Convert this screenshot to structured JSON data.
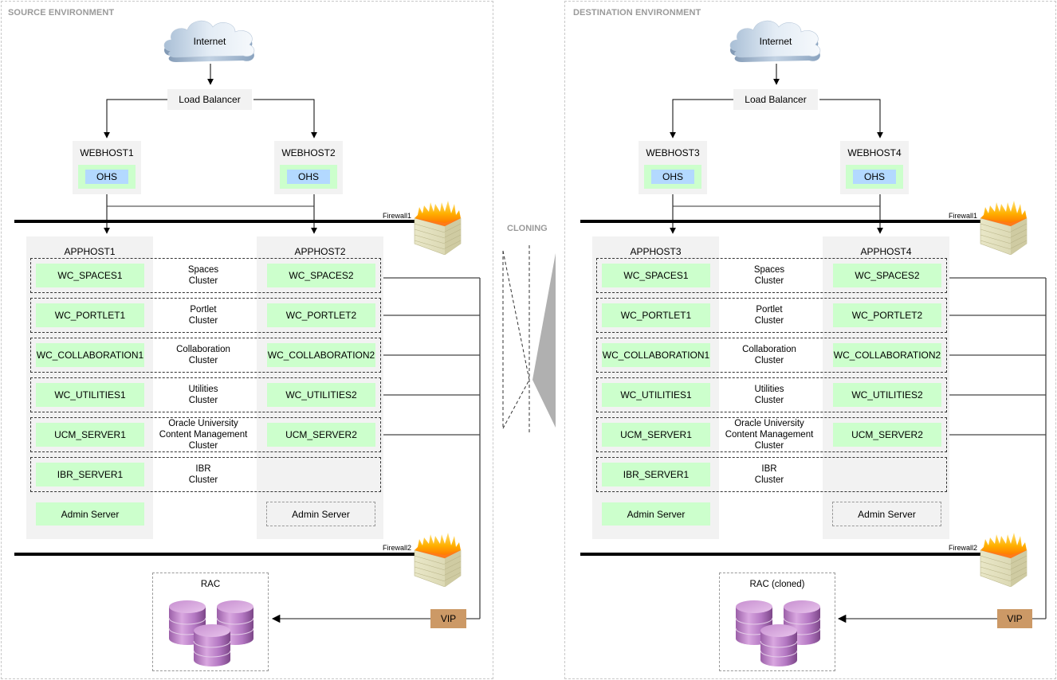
{
  "cloning_label": "CLONING",
  "colors": {
    "server_green": "#ccffcc",
    "ohs_blue": "#b3d9ff",
    "host_gray": "#f2f2f2",
    "vip_tan": "#cc9966",
    "db_purple": "#b377c2",
    "section_title_gray": "#9a9a9a"
  },
  "source": {
    "title": "SOURCE ENVIRONMENT",
    "internet": "Internet",
    "load_balancer": "Load Balancer",
    "webhosts": [
      {
        "name": "WEBHOST1",
        "component": "OHS"
      },
      {
        "name": "WEBHOST2",
        "component": "OHS"
      }
    ],
    "firewall1": "Firewall1",
    "firewall2": "Firewall2",
    "apphosts": [
      "APPHOST1",
      "APPHOST2"
    ],
    "clusters": [
      {
        "label": "Spaces\nCluster",
        "line1": "Spaces",
        "line2": "Cluster",
        "line3": "",
        "server1": "WC_SPACES1",
        "server2": "WC_SPACES2"
      },
      {
        "label": "Portlet Cluster",
        "line1": "Portlet",
        "line2": "Cluster",
        "line3": "",
        "server1": "WC_PORTLET1",
        "server2": "WC_PORTLET2"
      },
      {
        "label": "Collaboration Cluster",
        "line1": "Collaboration",
        "line2": "Cluster",
        "line3": "",
        "server1": "WC_COLLABORATION1",
        "server2": "WC_COLLABORATION2"
      },
      {
        "label": "Utilities Cluster",
        "line1": "Utilities",
        "line2": "Cluster",
        "line3": "",
        "server1": "WC_UTILITIES1",
        "server2": "WC_UTILITIES2"
      },
      {
        "label": "Oracle University Content Management Cluster",
        "line1": "Oracle University",
        "line2": "Content Management",
        "line3": "Cluster",
        "server1": "UCM_SERVER1",
        "server2": "UCM_SERVER2"
      },
      {
        "label": "IBR Cluster",
        "line1": "IBR",
        "line2": "Cluster",
        "line3": "",
        "server1": "IBR_SERVER1",
        "server2": ""
      }
    ],
    "admin_server_active": "Admin Server",
    "admin_server_standby": "Admin Server",
    "vip": "VIP",
    "database": "RAC"
  },
  "destination": {
    "title": "DESTINATION ENVIRONMENT",
    "internet": "Internet",
    "load_balancer": "Load Balancer",
    "webhosts": [
      {
        "name": "WEBHOST3",
        "component": "OHS"
      },
      {
        "name": "WEBHOST4",
        "component": "OHS"
      }
    ],
    "firewall1": "Firewall1",
    "firewall2": "Firewall2",
    "apphosts": [
      "APPHOST3",
      "APPHOST4"
    ],
    "clusters": [
      {
        "label": "Spaces Cluster",
        "line1": "Spaces",
        "line2": "Cluster",
        "line3": "",
        "server1": "WC_SPACES1",
        "server2": "WC_SPACES2"
      },
      {
        "label": "Portlet Cluster",
        "line1": "Portlet",
        "line2": "Cluster",
        "line3": "",
        "server1": "WC_PORTLET1",
        "server2": "WC_PORTLET2"
      },
      {
        "label": "Collaboration Cluster",
        "line1": "Collaboration",
        "line2": "Cluster",
        "line3": "",
        "server1": "WC_COLLABORATION1",
        "server2": "WC_COLLABORATION2"
      },
      {
        "label": "Utilities Cluster",
        "line1": "Utilities",
        "line2": "Cluster",
        "line3": "",
        "server1": "WC_UTILITIES1",
        "server2": "WC_UTILITIES2"
      },
      {
        "label": "Oracle University Content Management Cluster",
        "line1": "Oracle University",
        "line2": "Content Management",
        "line3": "Cluster",
        "server1": "UCM_SERVER1",
        "server2": "UCM_SERVER2"
      },
      {
        "label": "IBR Cluster",
        "line1": "IBR",
        "line2": "Cluster",
        "line3": "",
        "server1": "IBR_SERVER1",
        "server2": ""
      }
    ],
    "admin_server_active": "Admin Server",
    "admin_server_standby": "Admin Server",
    "vip": "VIP",
    "database": "RAC (cloned)"
  }
}
